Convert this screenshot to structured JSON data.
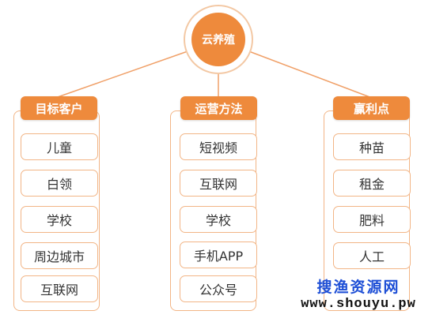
{
  "center": {
    "label": "云养殖"
  },
  "columns": [
    {
      "header": "目标客户",
      "items": [
        "儿童",
        "白领",
        "学校",
        "周边城市",
        "互联网"
      ]
    },
    {
      "header": "运营方法",
      "items": [
        "短视频",
        "互联网",
        "学校",
        "手机APP",
        "公众号"
      ]
    },
    {
      "header": "赢利点",
      "items": [
        "种苗",
        "租金",
        "肥料",
        "人工"
      ]
    }
  ],
  "watermark": {
    "line1": "搜渔资源网",
    "line2": "www.shouyu.pw"
  },
  "colors": {
    "accent": "#ee8a3c",
    "border": "#f2b586",
    "ring": "#f3c8a4",
    "watermark_cn": "#1e4fd6"
  }
}
